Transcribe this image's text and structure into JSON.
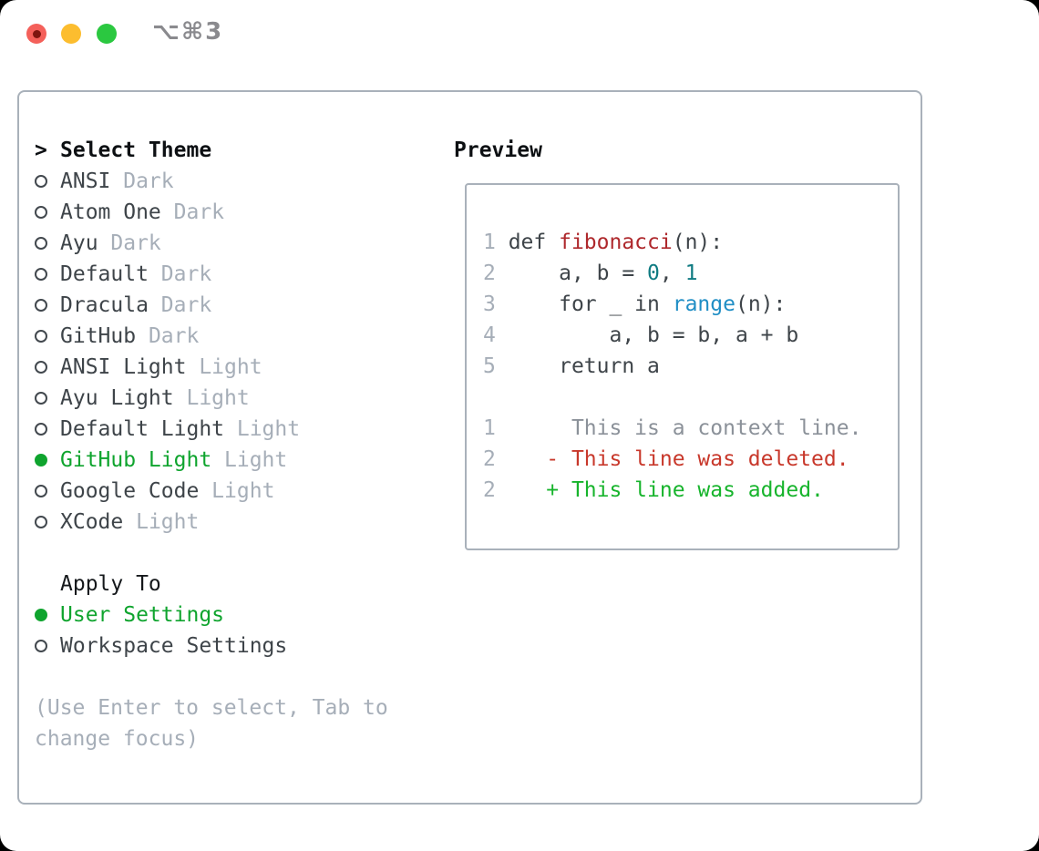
{
  "window": {
    "title": "⌥⌘3",
    "controls": [
      {
        "name": "close",
        "color": "#f4605a"
      },
      {
        "name": "minimize",
        "color": "#fcbd2f"
      },
      {
        "name": "zoom",
        "color": "#2bc840"
      }
    ]
  },
  "theme_picker": {
    "header_marker": ">",
    "header": "Select Theme",
    "items": [
      {
        "label": "ANSI",
        "variant": "Dark",
        "selected": false
      },
      {
        "label": "Atom One",
        "variant": "Dark",
        "selected": false
      },
      {
        "label": "Ayu",
        "variant": "Dark",
        "selected": false
      },
      {
        "label": "Default",
        "variant": "Dark",
        "selected": false
      },
      {
        "label": "Dracula",
        "variant": "Dark",
        "selected": false
      },
      {
        "label": "GitHub",
        "variant": "Dark",
        "selected": false
      },
      {
        "label": "ANSI Light",
        "variant": "Light",
        "selected": false
      },
      {
        "label": "Ayu Light",
        "variant": "Light",
        "selected": false
      },
      {
        "label": "Default Light",
        "variant": "Light",
        "selected": false
      },
      {
        "label": "GitHub Light",
        "variant": "Light",
        "selected": true
      },
      {
        "label": "Google Code",
        "variant": "Light",
        "selected": false
      },
      {
        "label": "XCode",
        "variant": "Light",
        "selected": false
      }
    ]
  },
  "apply_to": {
    "header": "Apply To",
    "options": [
      {
        "label": "User Settings",
        "selected": true
      },
      {
        "label": "Workspace Settings",
        "selected": false
      }
    ]
  },
  "hint": "(Use Enter to select, Tab to change focus)",
  "preview": {
    "title": "Preview",
    "lines": [
      {
        "segs": [
          {
            "t": "1 ",
            "c": "ln"
          },
          {
            "t": "def ",
            "c": "fg"
          },
          {
            "t": "fibonacci",
            "c": "fn"
          },
          {
            "t": "(n):",
            "c": "fg"
          }
        ]
      },
      {
        "segs": [
          {
            "t": "2 ",
            "c": "ln"
          },
          {
            "t": "    a, b = ",
            "c": "fg"
          },
          {
            "t": "0",
            "c": "num"
          },
          {
            "t": ", ",
            "c": "fg"
          },
          {
            "t": "1",
            "c": "num"
          }
        ]
      },
      {
        "segs": [
          {
            "t": "3 ",
            "c": "ln"
          },
          {
            "t": "    for _ in ",
            "c": "fg"
          },
          {
            "t": "range",
            "c": "bi"
          },
          {
            "t": "(n):",
            "c": "fg"
          }
        ]
      },
      {
        "segs": [
          {
            "t": "4 ",
            "c": "ln"
          },
          {
            "t": "        a, b = b, a + b",
            "c": "fg"
          }
        ]
      },
      {
        "segs": [
          {
            "t": "5 ",
            "c": "ln"
          },
          {
            "t": "    return a",
            "c": "fg"
          }
        ]
      },
      {
        "segs": []
      },
      {
        "segs": [
          {
            "t": "1 ",
            "c": "ln"
          },
          {
            "t": "     This is a context line.",
            "c": "ctx"
          }
        ]
      },
      {
        "segs": [
          {
            "t": "2 ",
            "c": "ln"
          },
          {
            "t": "   - This line was deleted.",
            "c": "del"
          }
        ]
      },
      {
        "segs": [
          {
            "t": "2 ",
            "c": "ln"
          },
          {
            "t": "   + This line was added.",
            "c": "add"
          }
        ]
      }
    ]
  },
  "colors": {
    "selection_green": "#0fa42e",
    "diff_added": "#17b42c",
    "diff_deleted": "#c8382b",
    "context_gray": "#8b9199",
    "syntax_function_red": "#ae282c",
    "syntax_number_teal": "#0f7b82",
    "syntax_builtin_blue": "#208ec5",
    "text_dark": "#3e4449",
    "muted_gray": "#a6aeb8",
    "panel_border": "#a9b1ba",
    "title_gray": "#8a8a8e"
  }
}
